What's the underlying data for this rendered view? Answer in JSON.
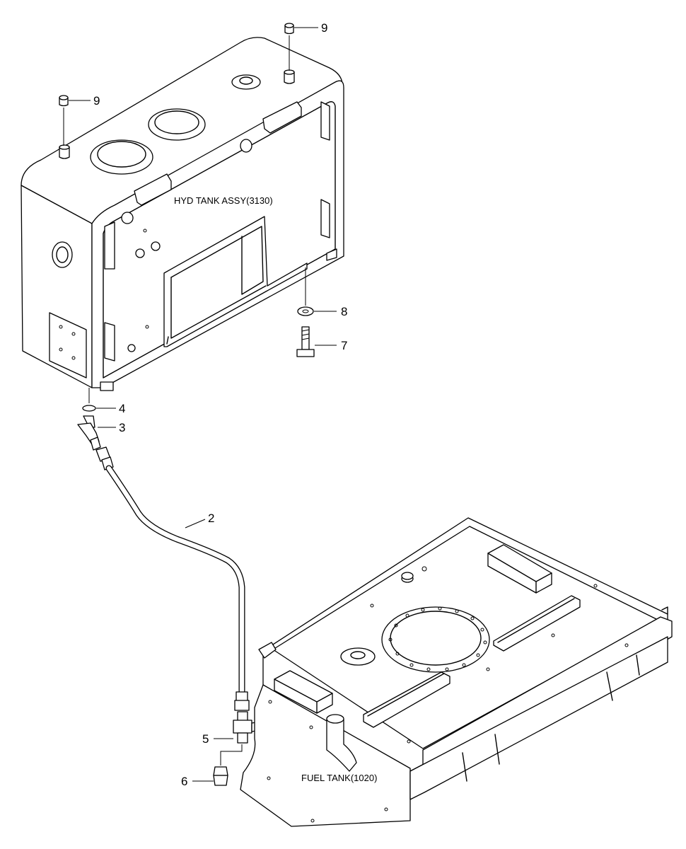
{
  "labels": {
    "hyd_tank": "HYD TANK ASSY(3130)",
    "fuel_tank": "FUEL TANK(1020)"
  },
  "callouts": {
    "c2": "2",
    "c3": "3",
    "c4": "4",
    "c5": "5",
    "c6": "6",
    "c7": "7",
    "c8": "8",
    "c9a": "9",
    "c9b": "9"
  }
}
